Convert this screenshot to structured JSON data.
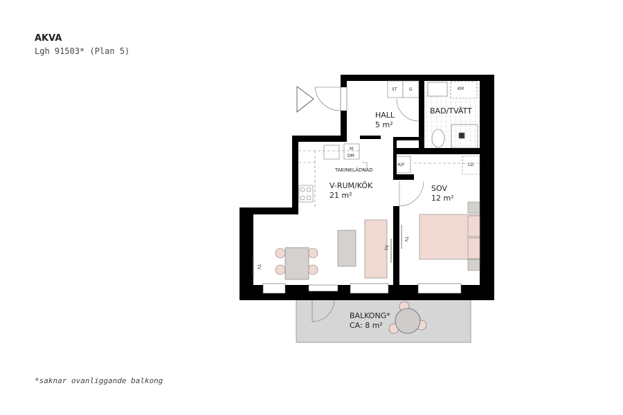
{
  "header": {
    "project": "AKVA",
    "apartment": "Lgh 91503* (Plan 5)"
  },
  "footnote": "*saknar ovanliggande balkong",
  "rooms": {
    "hall": {
      "name": "HALL",
      "area": "5 m²"
    },
    "bath": {
      "name": "BAD/TVÄTT"
    },
    "living": {
      "name": "V-RUM/KÖK",
      "area": "21 m²"
    },
    "bedroom": {
      "name": "SOV",
      "area": "12 m²"
    },
    "balcony": {
      "name": "BALKONG*",
      "area": "CA: 8 m²"
    }
  },
  "fixtures": {
    "st": "ST",
    "g": "G",
    "km": "KM",
    "m": "M",
    "dm": "DM",
    "kf": "K/F",
    "ld": "LD",
    "tv": "TV",
    "ceiling": "TAKINKLÄDNAD"
  },
  "colors": {
    "wall": "#000000",
    "furniture_pink": "#f1d9d3",
    "furniture_grey": "#d4d1ce",
    "balcony": "#d6d6d6",
    "tile": "#cfcfcf"
  }
}
